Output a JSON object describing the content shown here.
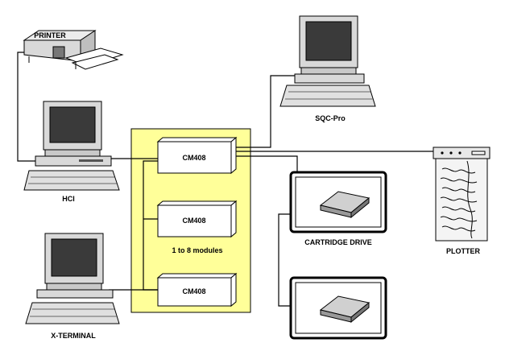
{
  "labels": {
    "printer": "PRINTER",
    "sqc_pro": "SQC-Pro",
    "hci": "HCI",
    "x_terminal": "X-TERMINAL",
    "cartridge_drive": "CARTRIDGE DRIVE",
    "plotter": "PLOTTER",
    "modules_note": "1 to 8 modules"
  },
  "modules": [
    {
      "label": "CM408"
    },
    {
      "label": "CM408"
    },
    {
      "label": "CM408"
    }
  ],
  "colors": {
    "module_rack": "#ffff99",
    "screen": "#3a3a3a",
    "device_body": "#d9d9d9",
    "outline": "#000000"
  }
}
